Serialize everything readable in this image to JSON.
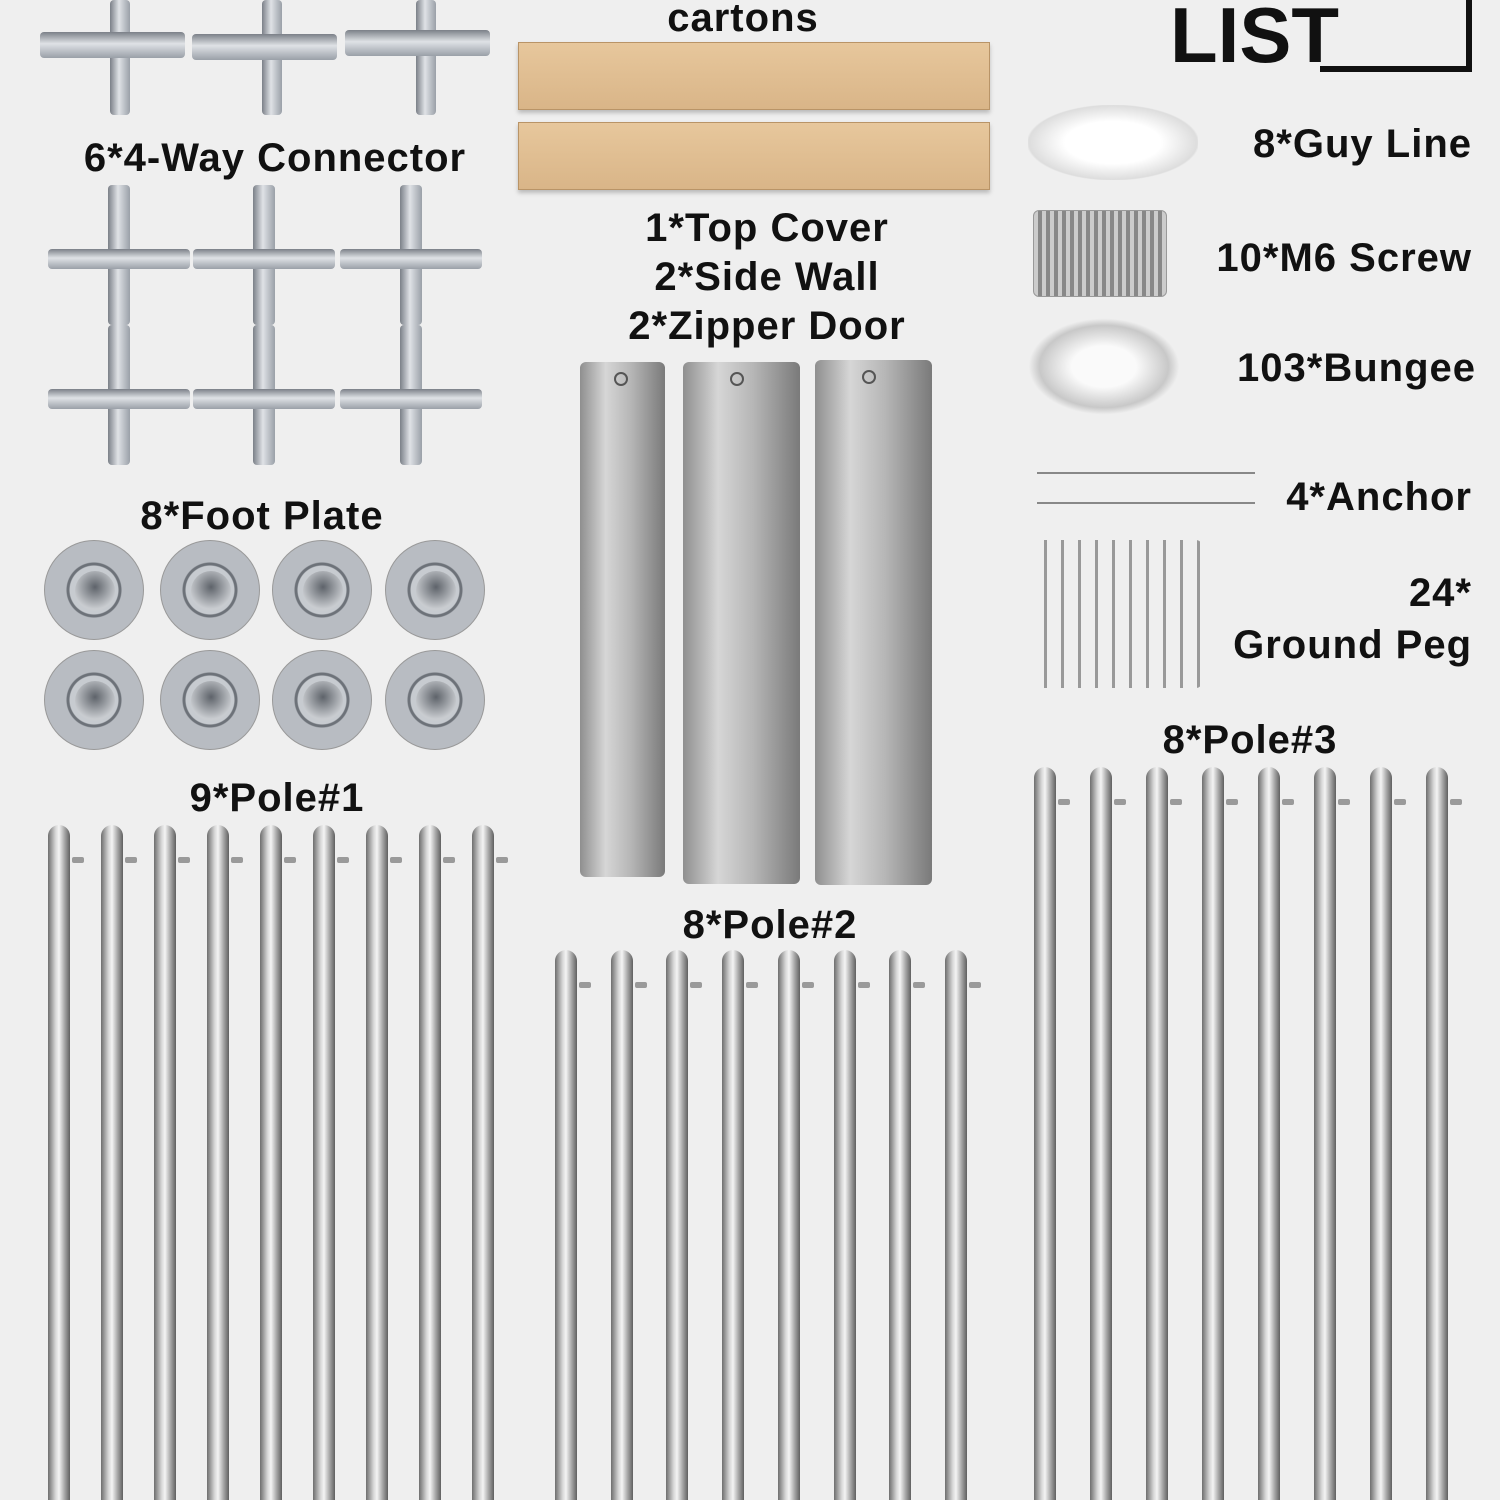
{
  "title_fragment": "LIST",
  "labels": {
    "connector": "6*4-Way Connector",
    "foot_plate": "8*Foot Plate",
    "pole1": "9*Pole#1",
    "cartons": "cartons",
    "top_cover": "1*Top Cover",
    "side_wall": "2*Side Wall",
    "zipper_door": "2*Zipper Door",
    "pole2": "8*Pole#2",
    "pole3": "8*Pole#3",
    "guy_line": "8*Guy Line",
    "screw": "10*M6 Screw",
    "bungee": "103*Bungee",
    "anchor": "4*Anchor",
    "peg_count": "24*",
    "peg_name": "Ground Peg"
  },
  "counts": {
    "t_connectors": 3,
    "four_way": 6,
    "foot_plates": 8,
    "pole1": 9,
    "pole2": 8,
    "pole3": 8,
    "cartons": 2,
    "bags": 3
  }
}
